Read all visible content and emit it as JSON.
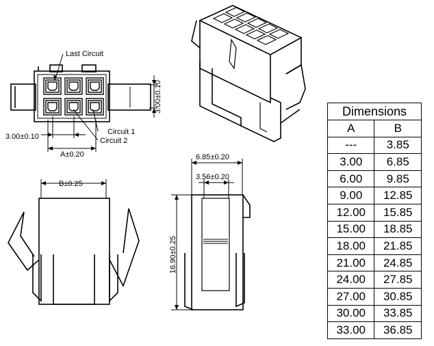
{
  "labels": {
    "last_circuit": "Last Circuit",
    "circuit_1": "Circuit 1",
    "circuit_2": "Circuit 2",
    "pitch_h": "3.00±0.10",
    "pitch_v": "3.00±0.10",
    "dim_a": "A±0.20",
    "dim_b": "B±0.25",
    "width_685": "6.85±0.20",
    "width_356": "3.56±0.20",
    "height_1690": "16.90±0.25"
  },
  "table": {
    "title": "Dimensions",
    "col_a": "A",
    "col_b": "B",
    "rows": [
      [
        "---",
        "3.85"
      ],
      [
        "3.00",
        "6.85"
      ],
      [
        "6.00",
        "9.85"
      ],
      [
        "9.00",
        "12.85"
      ],
      [
        "12.00",
        "15.85"
      ],
      [
        "15.00",
        "18.85"
      ],
      [
        "18.00",
        "21.85"
      ],
      [
        "21.00",
        "24.85"
      ],
      [
        "24.00",
        "27.85"
      ],
      [
        "27.00",
        "30.85"
      ],
      [
        "30.00",
        "33.85"
      ],
      [
        "33.00",
        "36.85"
      ]
    ]
  }
}
